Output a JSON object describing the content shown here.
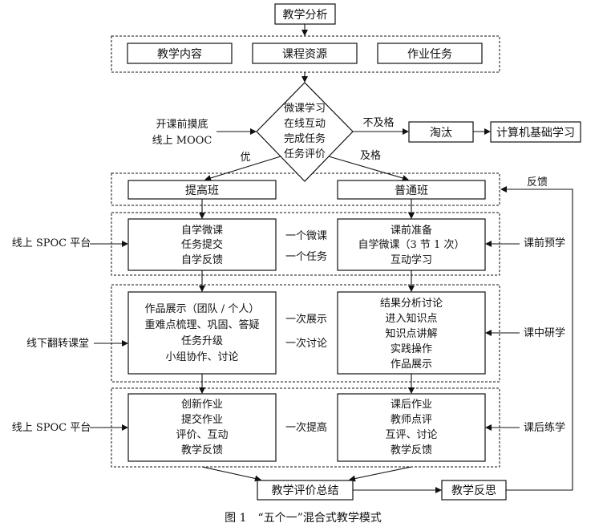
{
  "nodes": {
    "analysis": "教学分析",
    "content": "教学内容",
    "resources": "课程资源",
    "homework": "作业任务",
    "diamond": [
      "微课学习",
      "在线互动",
      "完成任务",
      "任务评价"
    ],
    "pre_mooc": [
      "开课前摸底",
      "线上 MOOC"
    ],
    "fail_label": "不及格",
    "eliminate": "淘汰",
    "computer_basics": "计算机基础学习",
    "excellent": "优",
    "pass": "及格",
    "advanced_class": "提高班",
    "regular_class": "普通班",
    "feedback": "反馈",
    "left_spoc_1": "线上 SPOC 平台",
    "left_offline": "线下翻转课堂",
    "left_spoc_2": "线上 SPOC 平台",
    "adv_stage1": [
      "自学微课",
      "任务提交",
      "自学反馈"
    ],
    "mid_stage1": [
      "一个微课",
      "一个任务"
    ],
    "reg_stage1": [
      "课前准备",
      "自学微课（3 节 1 次）",
      "互动学习"
    ],
    "right_stage1": "课前预学",
    "adv_stage2": [
      "作品展示（团队 / 个人）",
      "重难点梳理、巩固、答疑",
      "任务升级",
      "小组协作、讨论"
    ],
    "mid_stage2": [
      "一次展示",
      "一次讨论"
    ],
    "reg_stage2": [
      "结果分析讨论",
      "进入知识点",
      "知识点讲解",
      "实践操作",
      "作品展示"
    ],
    "right_stage2": "课中研学",
    "adv_stage3": [
      "创新作业",
      "提交作业",
      "评价、互动",
      "教学反馈"
    ],
    "mid_stage3": "一次提高",
    "reg_stage3": [
      "课后作业",
      "教师点评",
      "互评、讨论",
      "教学反馈"
    ],
    "right_stage3": "课后练学",
    "summary": "教学评价总结",
    "reflection": "教学反思"
  },
  "caption": "图 1　“五个一”混合式教学模式"
}
